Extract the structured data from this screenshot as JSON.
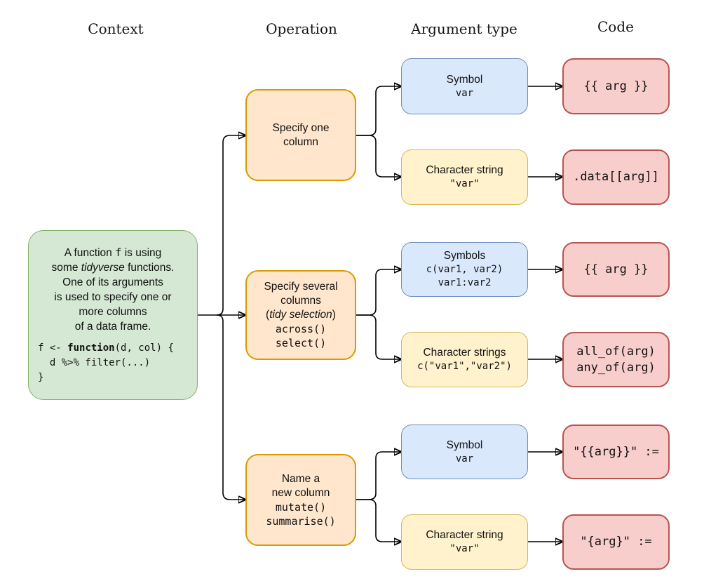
{
  "headers": {
    "context": "Context",
    "operation": "Operation",
    "argument_type": "Argument type",
    "code": "Code"
  },
  "palette": {
    "context_fill": "#d5e8d4",
    "context_stroke": "#82b366",
    "operation_fill": "#ffe6cc",
    "operation_stroke": "#d79b00",
    "symbol_fill": "#dae8fc",
    "symbol_stroke": "#6c8ebf",
    "string_fill": "#fff2cc",
    "string_stroke": "#d6b656",
    "code_fill": "#f8cecc",
    "code_stroke": "#b85450",
    "connector": "#000000"
  },
  "context_box": {
    "line1_pre": "A function ",
    "line1_code": "f",
    "line1_post": " is using",
    "line2_pre": "some ",
    "line2_italic": "tidyverse",
    "line2_post": " functions.",
    "line3": "One of its arguments",
    "line4": "is used to specify one or",
    "line5": "more columns",
    "line6": "of a data frame.",
    "code1_pre": "f <- ",
    "code1_bold": "function",
    "code1_post": "(d, col) {",
    "code2": "  d %>% filter(...)",
    "code3": "}"
  },
  "operations": [
    {
      "line1": "Specify one",
      "line2": "column"
    },
    {
      "line1": "Specify several",
      "line2": "columns",
      "line3_open": "(",
      "line3_italic": "tidy selection",
      "line3_close": ")",
      "code1": "across()",
      "code2": "select()"
    },
    {
      "line1": "Name a",
      "line2": "new column",
      "code1": "mutate()",
      "code2": "summarise()"
    }
  ],
  "argument_types": [
    {
      "title": "Symbol",
      "code1": "var"
    },
    {
      "title": "Character string",
      "code1": "\"var\""
    },
    {
      "title": "Symbols",
      "code1": "c(var1, var2)",
      "code2": "var1:var2"
    },
    {
      "title": "Character strings",
      "code1": "c(\"var1\",\"var2\")"
    },
    {
      "title": "Symbol",
      "code1": "var"
    },
    {
      "title": "Character string",
      "code1": "\"var\""
    }
  ],
  "code_boxes": [
    {
      "line1": "{{ arg }}"
    },
    {
      "line1": ".data[[arg]]"
    },
    {
      "line1": "{{ arg }}"
    },
    {
      "line1": "all_of(arg)",
      "line2": "any_of(arg)"
    },
    {
      "line1": "\"{{arg}}\" :="
    },
    {
      "line1": "\"{arg}\" :="
    }
  ]
}
